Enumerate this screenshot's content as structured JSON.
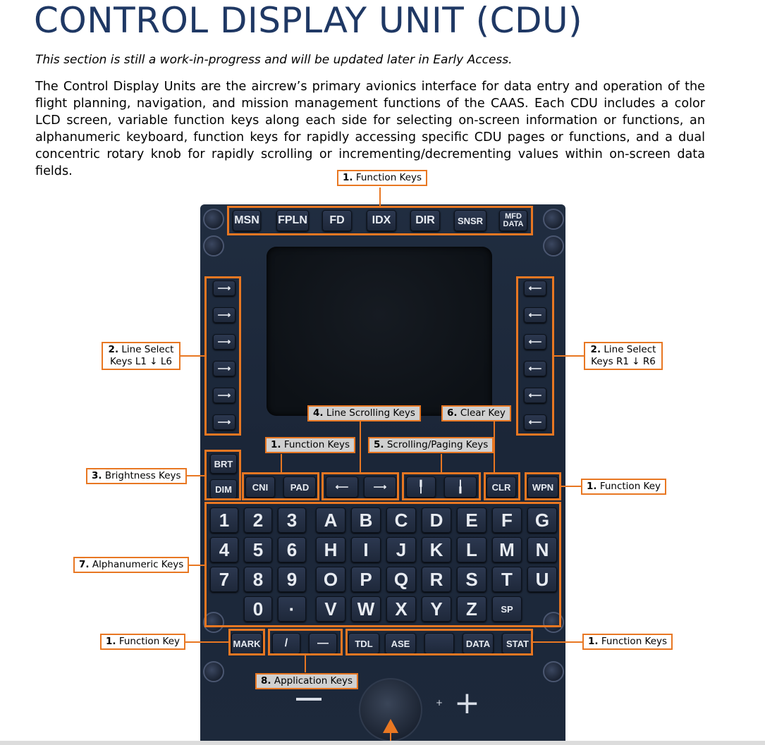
{
  "page": {
    "title": "CONTROL DISPLAY UNIT (CDU)",
    "wip_note": "This section is still a work-in-progress and will be updated later in Early Access.",
    "intro": "The Control Display Units are the aircrew’s primary avionics interface for data entry and operation of the flight planning, navigation, and mission management functions of the CAAS. Each CDU includes a color LCD screen, variable function keys along each side for selecting on-screen information or functions, an alphanumeric keyboard, function keys for rapidly accessing specific CDU pages or functions, and a dual concentric rotary knob for rapidly scrolling or incrementing/decrementing values within on-screen data fields."
  },
  "cdu": {
    "top_keys": [
      "MSN",
      "FPLN",
      "FD",
      "IDX",
      "DIR",
      "SNSR"
    ],
    "mfd_data": [
      "MFD",
      "DATA"
    ],
    "lsk_glyph": "⟶",
    "rsk_glyph": "⟵",
    "brt": "BRT",
    "dim": "DIM",
    "cni": "CNI",
    "pad": "PAD",
    "scroll_left": "⟵",
    "scroll_right": "⟶",
    "page_up": "╿",
    "page_down": "╽",
    "clr": "CLR",
    "wpn": "WPN",
    "num_rows": [
      [
        "1",
        "2",
        "3"
      ],
      [
        "4",
        "5",
        "6"
      ],
      [
        "7",
        "8",
        "9"
      ]
    ],
    "zero": "0",
    "dot": "·",
    "alpha_rows": [
      [
        "A",
        "B",
        "C",
        "D",
        "E",
        "F",
        "G"
      ],
      [
        "H",
        "I",
        "J",
        "K",
        "L",
        "M",
        "N"
      ],
      [
        "O",
        "P",
        "Q",
        "R",
        "S",
        "T",
        "U"
      ]
    ],
    "alpha_last": [
      "V",
      "W",
      "X",
      "Y",
      "Z"
    ],
    "sp": "SP",
    "mark": "MARK",
    "slash": "/",
    "dash": "—",
    "tdl": "TDL",
    "ase": "ASE",
    "blank": "",
    "data": "DATA",
    "stat": "STAT"
  },
  "annotations": {
    "function_keys_top": {
      "num": "1.",
      "text": "Function Keys"
    },
    "line_select_left": {
      "num": "2.",
      "text1": "Line Select",
      "text2": "Keys L1 ↓ L6"
    },
    "line_select_right": {
      "num": "2.",
      "text1": "Line Select",
      "text2": "Keys R1 ↓ R6"
    },
    "brightness": {
      "num": "3.",
      "text": "Brightness Keys"
    },
    "line_scrolling": {
      "num": "4.",
      "text": "Line Scrolling Keys"
    },
    "scrolling_paging": {
      "num": "5.",
      "text": "Scrolling/Paging Keys"
    },
    "clear": {
      "num": "6.",
      "text": "Clear Key"
    },
    "alphanumeric": {
      "num": "7.",
      "text": "Alphanumeric Keys"
    },
    "application": {
      "num": "8.",
      "text": "Application Keys"
    },
    "function_keys_mid": {
      "num": "1.",
      "text": "Function Keys"
    },
    "function_key_wpn": {
      "num": "1.",
      "text": "Function Key"
    },
    "function_key_mark": {
      "num": "1.",
      "text": "Function Key"
    },
    "function_keys_bottom": {
      "num": "1.",
      "text": "Function Keys"
    }
  },
  "colors": {
    "title": "#1f3864",
    "annotation": "#e87722",
    "cdu_body": "#1d293b"
  }
}
